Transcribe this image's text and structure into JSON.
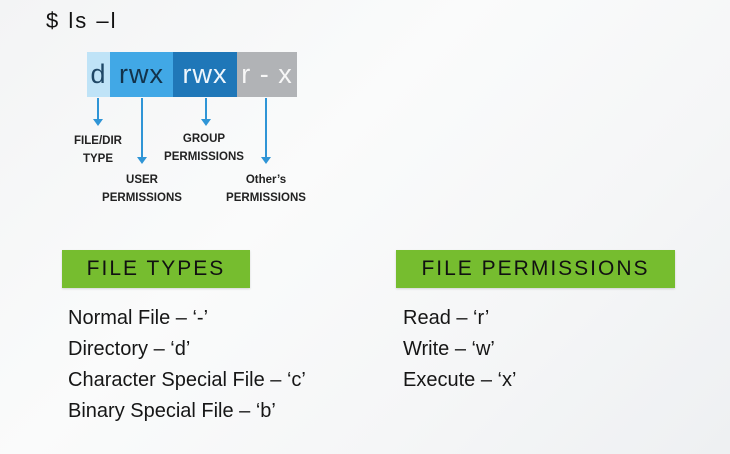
{
  "command": "$ ls  –l",
  "permission_string": {
    "type": "d",
    "user": "rwx",
    "group": "rwx",
    "other": "r - x"
  },
  "labels": {
    "file_dir_type": [
      "FILE/DIR",
      "TYPE"
    ],
    "user_permissions": [
      "USER",
      "PERMISSIONS"
    ],
    "group_permissions": [
      "GROUP",
      "PERMISSIONS"
    ],
    "others_permissions": [
      "Other’s",
      "PERMISSIONS"
    ]
  },
  "file_types": {
    "heading": "FILE TYPES",
    "items": [
      "Normal File – ‘-’",
      "Directory – ‘d’",
      "Character Special File – ‘c’",
      "Binary Special File – ‘b’"
    ]
  },
  "file_permissions": {
    "heading": "FILE PERMISSIONS",
    "items": [
      "Read – ‘r’",
      "Write – ‘w’",
      "Execute – ‘x’"
    ]
  },
  "colors": {
    "type_segment": "#bfe3f7",
    "user_segment": "#41a8e6",
    "group_segment": "#1f77b8",
    "other_segment": "#b1b3b6",
    "arrow": "#2f95d6",
    "section_heading": "#76bd2f"
  }
}
